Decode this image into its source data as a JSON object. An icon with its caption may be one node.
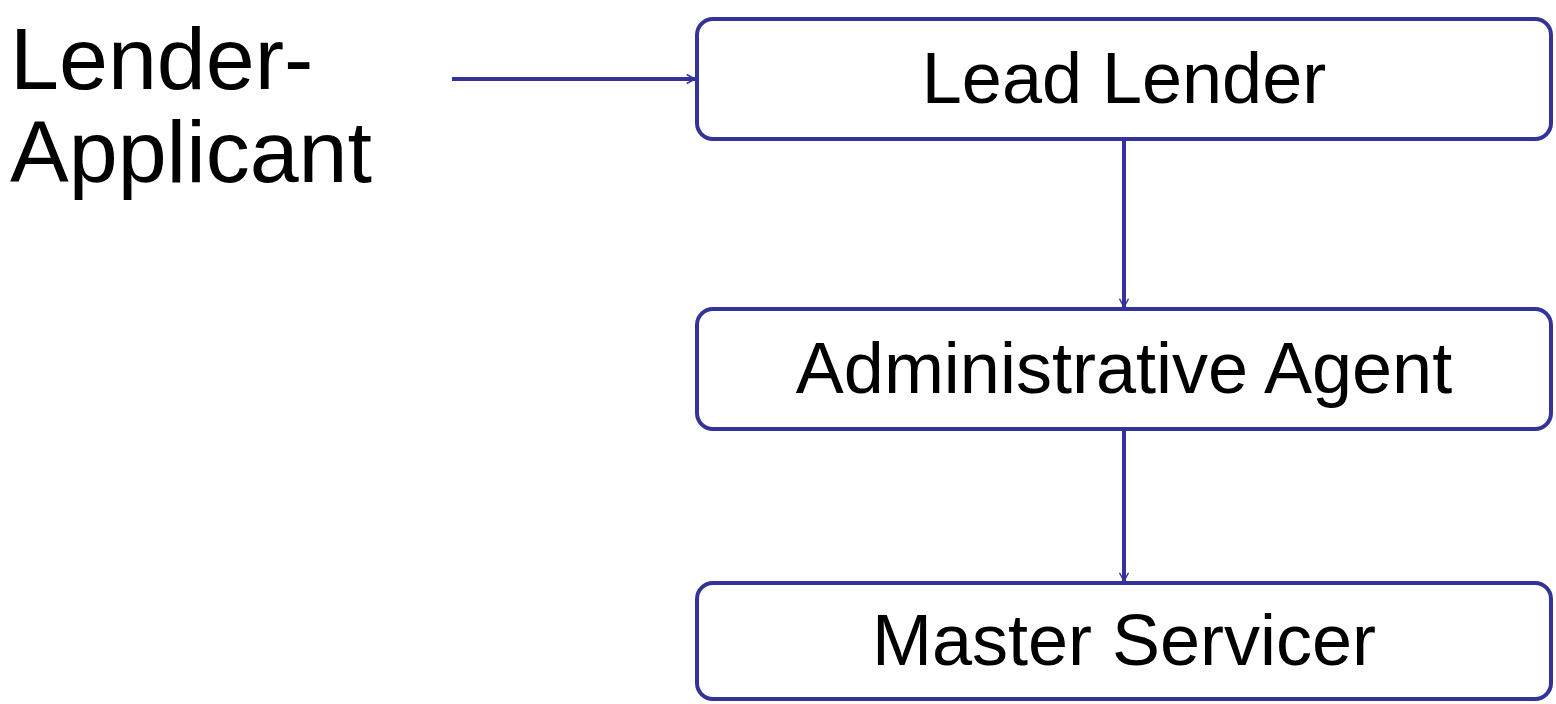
{
  "diagram": {
    "nodes": [
      {
        "text": [
          "Lender- Applicant"
        ]
      },
      {
        "text": [
          "Lead Lender"
        ]
      },
      {
        "text": [
          "Administrative Agent"
        ]
      },
      {
        "text": [
          "Master Servicer"
        ]
      }
    ],
    "edges": [
      {
        "from": 0,
        "to": 1,
        "arrow": "to"
      },
      {
        "from": 1,
        "to": 2,
        "arrow": "to"
      },
      {
        "from": 2,
        "to": 3,
        "arrow": "to"
      }
    ]
  }
}
